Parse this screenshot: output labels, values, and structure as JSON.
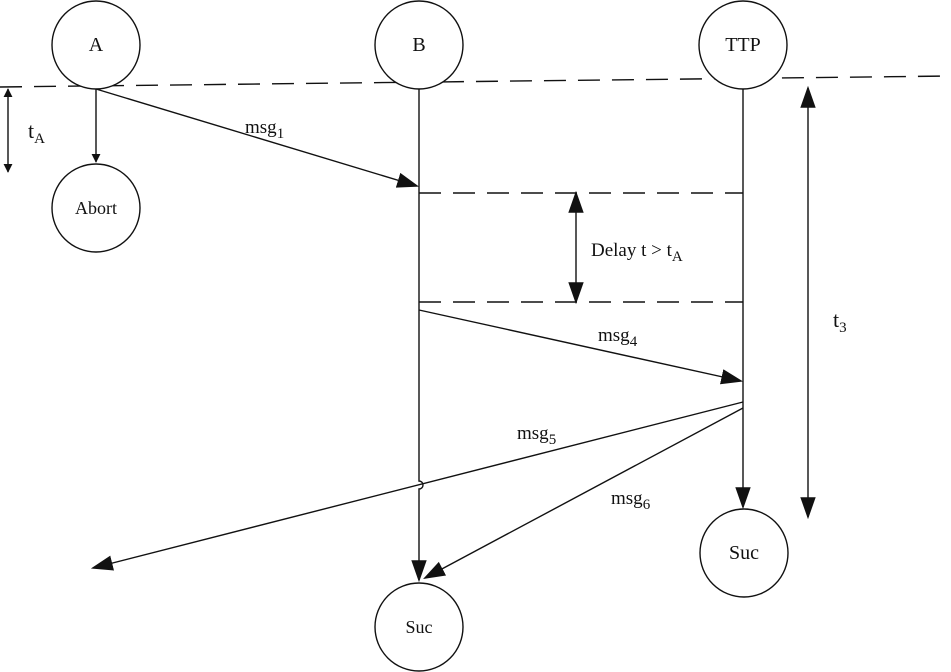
{
  "nodes": {
    "a": "A",
    "b": "B",
    "ttp": "TTP",
    "abort": "Abort",
    "suc_b": "Suc",
    "suc_ttp": "Suc"
  },
  "messages": {
    "msg1": {
      "base": "msg",
      "sub": "1"
    },
    "msg4": {
      "base": "msg",
      "sub": "4"
    },
    "msg5": {
      "base": "msg",
      "sub": "5"
    },
    "msg6": {
      "base": "msg",
      "sub": "6"
    }
  },
  "timers": {
    "t_a": {
      "base": "t",
      "sub": "A"
    },
    "t_3": {
      "base": "t",
      "sub": "3"
    }
  },
  "delay": {
    "prefix": "Delay t > t",
    "sub": "A"
  },
  "colors": {
    "ink": "#111111",
    "background": "#ffffff"
  }
}
